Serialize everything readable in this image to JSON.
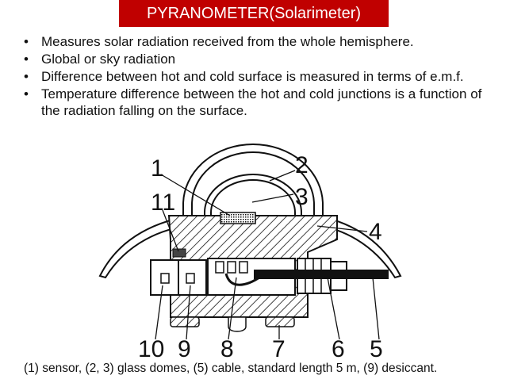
{
  "title": "PYRANOMETER(Solarimeter)",
  "bullets": [
    "Measures solar radiation received from the whole hemisphere.",
    "Global or sky radiation",
    "Difference between hot and cold surface is measured in terms of e.m.f.",
    "Temperature difference between the hot and cold junctions is a function of the radiation falling on the surface."
  ],
  "labels": {
    "n1": "1",
    "n2": "2",
    "n3": "3",
    "n4": "4",
    "n5": "5",
    "n6": "6",
    "n7": "7",
    "n8": "8",
    "n9": "9",
    "n10": "10",
    "n11": "11"
  },
  "caption": "(1) sensor, (2, 3) glass domes, (5) cable, standard length 5 m, (9) desiccant.",
  "colors": {
    "title_bg": "#c00000",
    "title_text": "#ffffff",
    "ink": "#111111"
  }
}
